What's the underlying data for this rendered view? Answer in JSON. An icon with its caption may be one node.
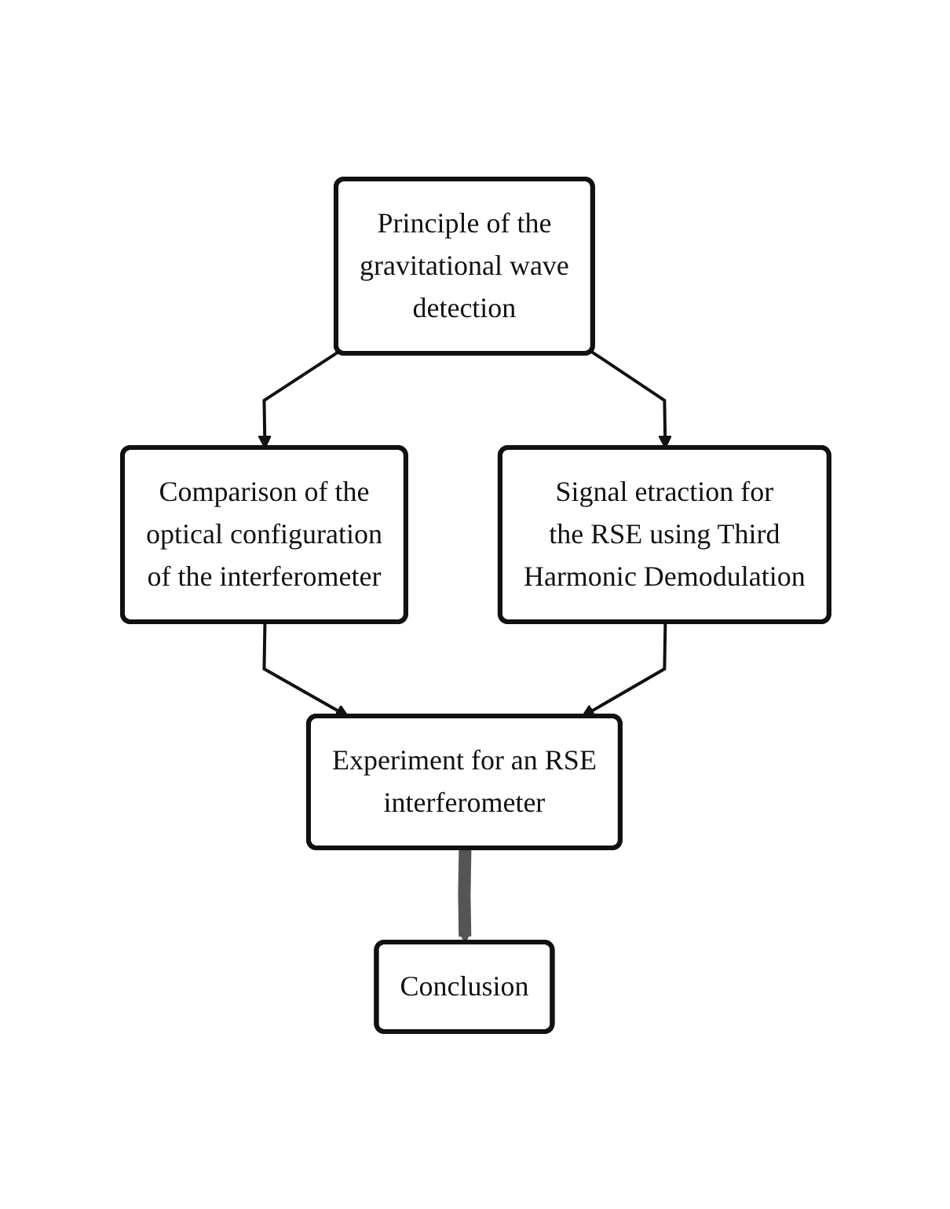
{
  "diagram": {
    "nodes": [
      {
        "text": [
          "Principle of the gravitational wave detection"
        ]
      },
      {
        "text": [
          "Comparison of the optical configuration of the interferometer"
        ]
      },
      {
        "text": [
          "Signal etraction for the RSE using Third Harmonic Demodulation"
        ]
      },
      {
        "text": [
          "Experiment for an RSE interferometer"
        ]
      },
      {
        "text": [
          "Conclusion"
        ]
      }
    ],
    "edges": [
      {
        "from": 0,
        "to": 1,
        "arrow": "to"
      },
      {
        "from": 0,
        "to": 2,
        "arrow": "to"
      },
      {
        "from": 1,
        "to": 3,
        "arrow": "to"
      },
      {
        "from": 2,
        "to": 3,
        "arrow": "to"
      },
      {
        "from": 3,
        "to": 4,
        "arrow": "to",
        "style": "thick",
        "color": "#555555"
      }
    ]
  }
}
